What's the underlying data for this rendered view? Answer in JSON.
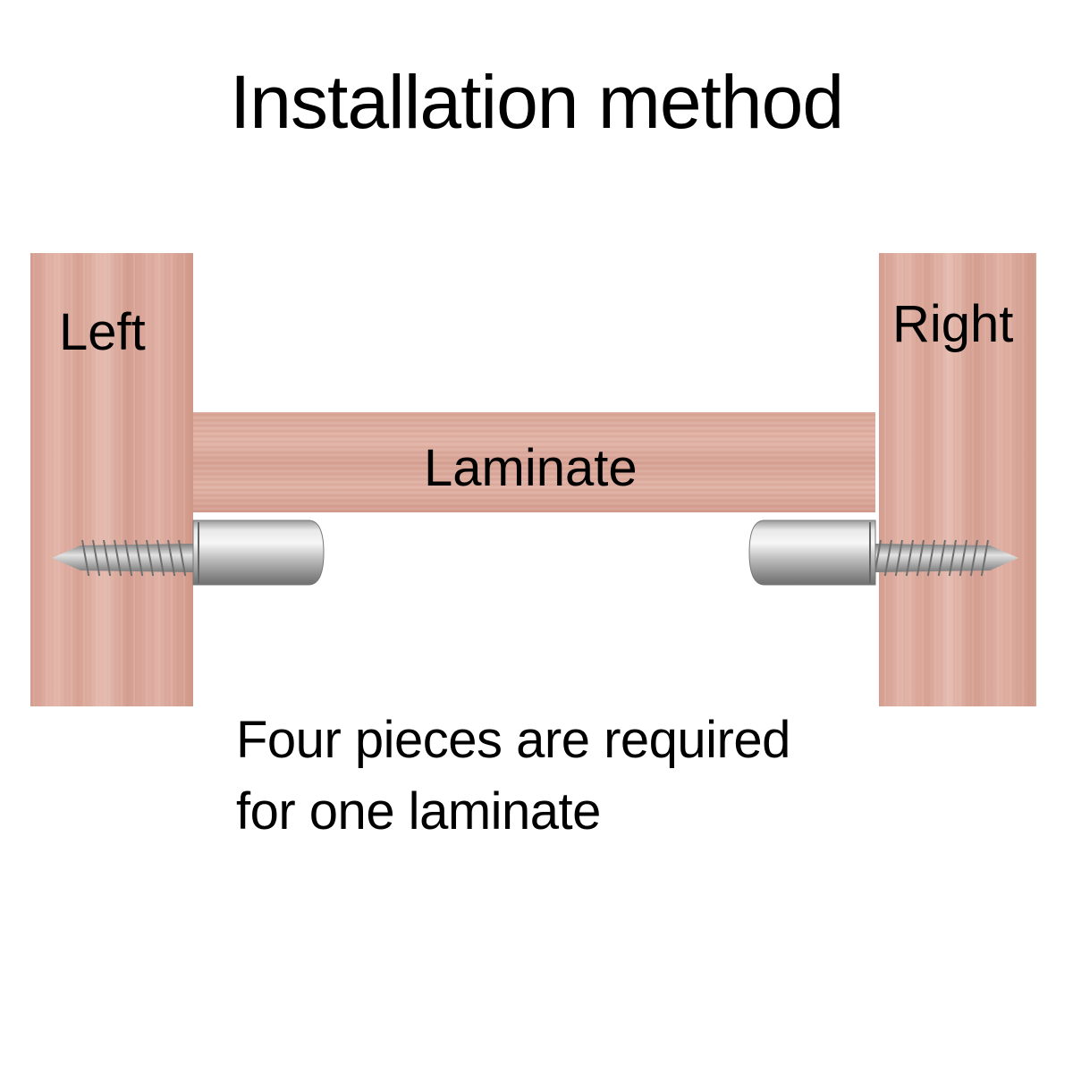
{
  "title": "Installation method",
  "labels": {
    "left": "Left",
    "right": "Right",
    "laminate": "Laminate"
  },
  "note": {
    "line1": "Four pieces are required",
    "line2": "for one laminate"
  },
  "colors": {
    "wood": "#dca89a",
    "wood_light": "#e8c3b8",
    "wood_dark": "#c98f80",
    "steel": "#c9c9c9",
    "steel_dark": "#8e8e8e",
    "background": "#ffffff"
  }
}
